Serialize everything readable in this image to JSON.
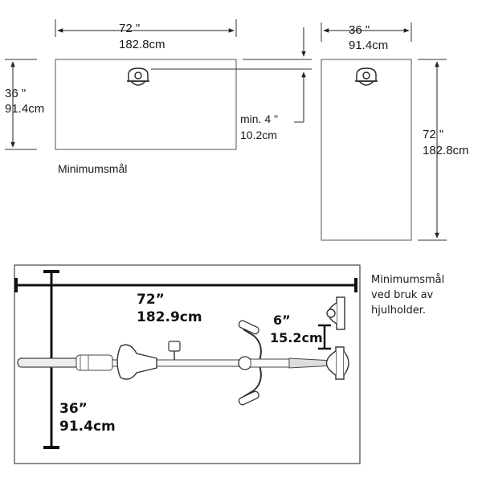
{
  "top_diagram": {
    "wall_width_in": "72 \"",
    "wall_width_cm": "182.8cm",
    "wall_height_in": "36 \"",
    "wall_height_cm": "91.4cm",
    "clearance_label_in": "min.  4 \"",
    "clearance_label_cm": "10.2cm",
    "caption": "Minimumsmål",
    "vertical_width_in": "36 \"",
    "vertical_width_cm": "91.4cm",
    "vertical_height_in": "72 \"",
    "vertical_height_cm": "182.8cm"
  },
  "bottom_diagram": {
    "length_in": "72”",
    "length_cm": "182.9cm",
    "height_in": "36”",
    "height_cm": "91.4cm",
    "gap_in": "6”",
    "gap_cm": "15.2cm",
    "note_lines": [
      "Minimumsmål",
      "ved bruk av",
      "hjulholder."
    ]
  },
  "colors": {
    "line": "#222222",
    "panel_fill": "#ffffff",
    "frame": "#555555"
  },
  "icons": [
    "wall-mount-hook-icon",
    "bicycle-top-view-icon",
    "wheel-holder-icon"
  ]
}
